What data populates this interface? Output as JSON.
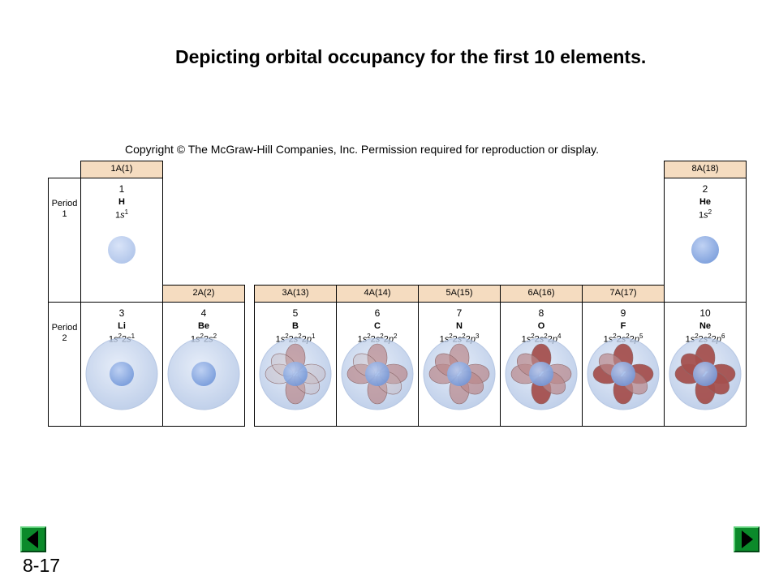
{
  "slide": {
    "title": "Depicting orbital occupancy for the first 10 elements.",
    "copyright": "Copyright © The McGraw-Hill Companies, Inc. Permission required for reproduction or display.",
    "number": "8-17"
  },
  "groups": {
    "g1": "1A(1)",
    "g2": "2A(2)",
    "g13": "3A(13)",
    "g14": "4A(14)",
    "g15": "5A(15)",
    "g16": "6A(16)",
    "g17": "7A(17)",
    "g18": "8A(18)"
  },
  "periods": {
    "p1_word": "Period",
    "p1_num": "1",
    "p2_word": "Period",
    "p2_num": "2"
  },
  "elements": {
    "H": {
      "number": "1",
      "symbol": "H",
      "cfg": [
        [
          "1s",
          "1"
        ]
      ]
    },
    "He": {
      "number": "2",
      "symbol": "He",
      "cfg": [
        [
          "1s",
          "2"
        ]
      ]
    },
    "Li": {
      "number": "3",
      "symbol": "Li",
      "cfg": [
        [
          "1s",
          "2"
        ],
        [
          "2s",
          "1"
        ]
      ]
    },
    "Be": {
      "number": "4",
      "symbol": "Be",
      "cfg": [
        [
          "1s",
          "2"
        ],
        [
          "2s",
          "2"
        ]
      ]
    },
    "B": {
      "number": "5",
      "symbol": "B",
      "cfg": [
        [
          "1s",
          "2"
        ],
        [
          "2s",
          "2"
        ],
        [
          "2p",
          "1"
        ]
      ]
    },
    "C": {
      "number": "6",
      "symbol": "C",
      "cfg": [
        [
          "1s",
          "2"
        ],
        [
          "2s",
          "2"
        ],
        [
          "2p",
          "2"
        ]
      ]
    },
    "N": {
      "number": "7",
      "symbol": "N",
      "cfg": [
        [
          "1s",
          "2"
        ],
        [
          "2s",
          "2"
        ],
        [
          "2p",
          "3"
        ]
      ]
    },
    "O": {
      "number": "8",
      "symbol": "O",
      "cfg": [
        [
          "1s",
          "2"
        ],
        [
          "2s",
          "2"
        ],
        [
          "2p",
          "4"
        ]
      ]
    },
    "F": {
      "number": "9",
      "symbol": "F",
      "cfg": [
        [
          "1s",
          "2"
        ],
        [
          "2s",
          "2"
        ],
        [
          "2p",
          "5"
        ]
      ]
    },
    "Ne": {
      "number": "10",
      "symbol": "Ne",
      "cfg": [
        [
          "1s",
          "2"
        ],
        [
          "2s",
          "2"
        ],
        [
          "2p",
          "6"
        ]
      ]
    }
  },
  "colors": {
    "header_fill": "#f5dcc0",
    "nav_green": "#0b8a2a",
    "orbital_blue": "#6f95d8",
    "p_lobe_empty": "#c7b2b5",
    "p_lobe_filled": "#a4504e"
  },
  "icons": {
    "prev": "left-arrow-icon",
    "next": "right-arrow-icon"
  }
}
